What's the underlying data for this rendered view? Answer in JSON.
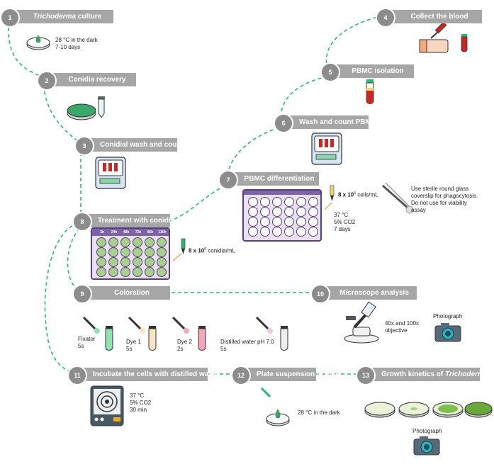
{
  "steps": [
    {
      "num": "1",
      "title_italic": "Trichoderma",
      "title_rest": " culture"
    },
    {
      "num": "2",
      "title": "Conidia recovery"
    },
    {
      "num": "3",
      "title": "Conidial wash and count"
    },
    {
      "num": "4",
      "title": "Collect the blood"
    },
    {
      "num": "5",
      "title": "PBMC isolation"
    },
    {
      "num": "6",
      "title": "Wash and count PBMC"
    },
    {
      "num": "7",
      "title": "PBMC differentiation"
    },
    {
      "num": "8",
      "title": "Treatment with conidia"
    },
    {
      "num": "9",
      "title": "Coloration"
    },
    {
      "num": "10",
      "title": "Microscope analysis"
    },
    {
      "num": "11",
      "title": "Incubate the cells with distilled water"
    },
    {
      "num": "12",
      "title": "Plate suspension in PDA"
    },
    {
      "num": "13",
      "title_rest": "Growth kinetics of ",
      "title_italic": "Trichoderma"
    }
  ],
  "notes": {
    "culture_temp": "28 °C in the dark",
    "culture_days": "7-10 days",
    "pbmc_conc_bold": "8 x 10",
    "pbmc_conc_exp": "5",
    "pbmc_conc_unit": " cells/mL",
    "pbmc_cond_1": "37 °C",
    "pbmc_cond_2": "5% CO2",
    "pbmc_cond_3": "7 days",
    "coverslip_1": "Use sterile round glass",
    "coverslip_2": "coverslip for phagocytosis.",
    "coverslip_3": "Do not use for viability",
    "coverslip_4": "assay",
    "conidia_conc_bold": "8 x 10",
    "conidia_conc_exp": "6",
    "conidia_conc_unit": " conidia/mL",
    "fixator": "Fixator",
    "fixator_time": "5s",
    "dye1": "Dye 1",
    "dye1_time": "5s",
    "dye2": "Dye 2",
    "dye2_time": "2s",
    "water": "Distilled water pH 7.0",
    "water_time": "5s",
    "objective_1": "40x and 100x",
    "objective_2": "objective",
    "photograph_1": "Photograph",
    "photograph_2": "Photograph",
    "incubate_1": "37 °C",
    "incubate_2": "5% CO2",
    "incubate_3": "30 min",
    "pda_temp": "28 °C in the dark"
  },
  "plate_headers": [
    "3h",
    "24h",
    "48h",
    "72h",
    "96h",
    "120h"
  ],
  "colors": {
    "step_bar": "#a6a6a6",
    "step_circle": "#8c8c8c",
    "connector": "#2bb673",
    "plate_border": "#5a3f7a",
    "plate_fill": "#e9e1f1",
    "well_green": "#a8d08d",
    "culture_green": "#3aa86b",
    "blood_red": "#c62828"
  },
  "icons": [
    "petri-dish-icon",
    "tube-icon",
    "centrifuge-icon",
    "arm-syringe-icon",
    "blood-tube-icon",
    "well-plate-icon",
    "pipette-icon",
    "forceps-icon",
    "microscope-icon",
    "camera-icon",
    "hot-plate-icon"
  ]
}
